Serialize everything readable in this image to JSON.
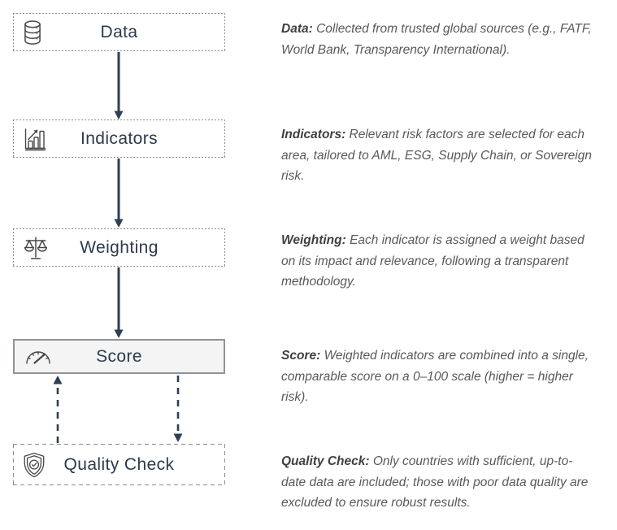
{
  "colors": {
    "box_border": "#8c8c8c",
    "score_box_border": "#8f949b",
    "score_box_fill": "#f4f4f5",
    "node_label_text": "#2c3a4c",
    "arrow": "#2e3f54",
    "description_lead_text": "#3f3f3f",
    "description_text": "#595959",
    "icon_stroke": "#474747"
  },
  "flow": {
    "steps": [
      {
        "label": "Data",
        "icon": "database-icon",
        "description_lead": "Data:",
        "description": "Collected from trusted global sources (e.g., FATF, World Bank, Transparency International)."
      },
      {
        "label": "Indicators",
        "icon": "bar-chart-icon",
        "description_lead": "Indicators:",
        "description": "Relevant risk factors are selected for each area, tailored to AML, ESG, Supply Chain, or Sovereign risk."
      },
      {
        "label": "Weighting",
        "icon": "scales-icon",
        "description_lead": "Weighting:",
        "description": "Each indicator is assigned a weight based on its impact and relevance, following a transparent methodology."
      },
      {
        "label": "Score",
        "icon": "gauge-icon",
        "description_lead": "Score:",
        "description": "Weighted indicators are combined into a single, comparable score on a 0–100 scale (higher = higher risk)."
      },
      {
        "label": "Quality Check",
        "icon": "shield-check-icon",
        "description_lead": "Quality Check:",
        "description": "Only countries with sufficient, up-to-date data are included; those with poor data quality are excluded to ensure robust results."
      }
    ]
  }
}
